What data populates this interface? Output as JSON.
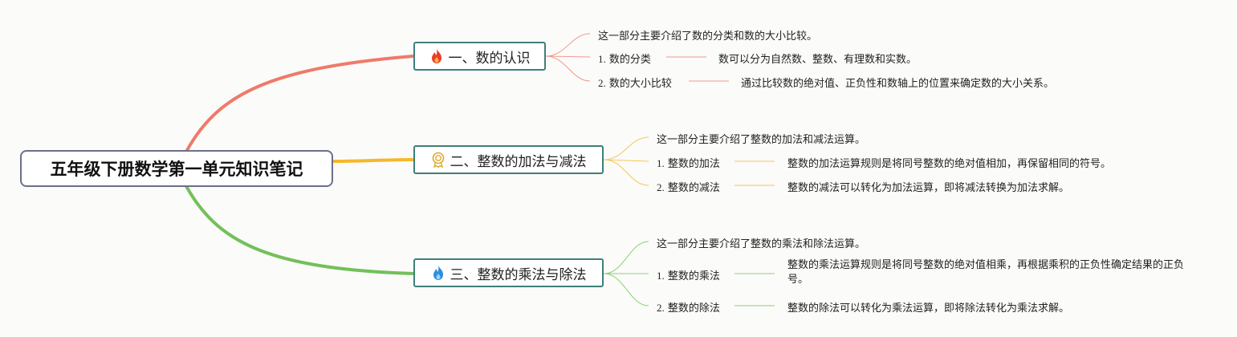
{
  "root": {
    "title": "五年级下册数学第一单元知识笔记"
  },
  "branches": [
    {
      "title": "一、数的认识",
      "icon": "fire-icon",
      "color": "#ef7a6a",
      "intro": "这一部分主要介绍了数的分类和数的大小比较。",
      "items": [
        {
          "num": "1.",
          "label": "数的分类",
          "detail": "数可以分为自然数、整数、有理数和实数。"
        },
        {
          "num": "2.",
          "label": "数的大小比较",
          "detail": "通过比较数的绝对值、正负性和数轴上的位置来确定数的大小关系。"
        }
      ]
    },
    {
      "title": "二、整数的加法与减法",
      "icon": "award-icon",
      "color": "#f5b82a",
      "intro": "这一部分主要介绍了整数的加法和减法运算。",
      "items": [
        {
          "num": "1.",
          "label": "整数的加法",
          "detail": "整数的加法运算规则是将同号整数的绝对值相加，再保留相同的符号。"
        },
        {
          "num": "2.",
          "label": "整数的减法",
          "detail": "整数的减法可以转化为加法运算，即将减法转换为加法求解。"
        }
      ]
    },
    {
      "title": "三、整数的乘法与除法",
      "icon": "blue-fire-icon",
      "color": "#72c05a",
      "intro": "这一部分主要介绍了整数的乘法和除法运算。",
      "items": [
        {
          "num": "1.",
          "label": "整数的乘法",
          "detail": "整数的乘法运算规则是将同号整数的绝对值相乘，再根据乘积的正负性确定结果的正负号。"
        },
        {
          "num": "2.",
          "label": "整数的除法",
          "detail": "整数的除法可以转化为乘法运算，即将除法转化为乘法求解。"
        }
      ]
    }
  ]
}
